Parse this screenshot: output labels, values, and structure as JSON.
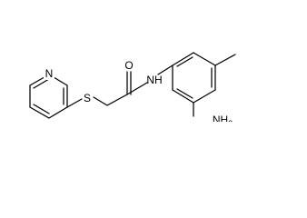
{
  "molecule": {
    "labels": {
      "pyridine_n": "N",
      "sulfur": "S",
      "carbonyl_o": "O",
      "amide_nh": "NH",
      "amine_main": "NH",
      "amine_sub": "2"
    }
  }
}
